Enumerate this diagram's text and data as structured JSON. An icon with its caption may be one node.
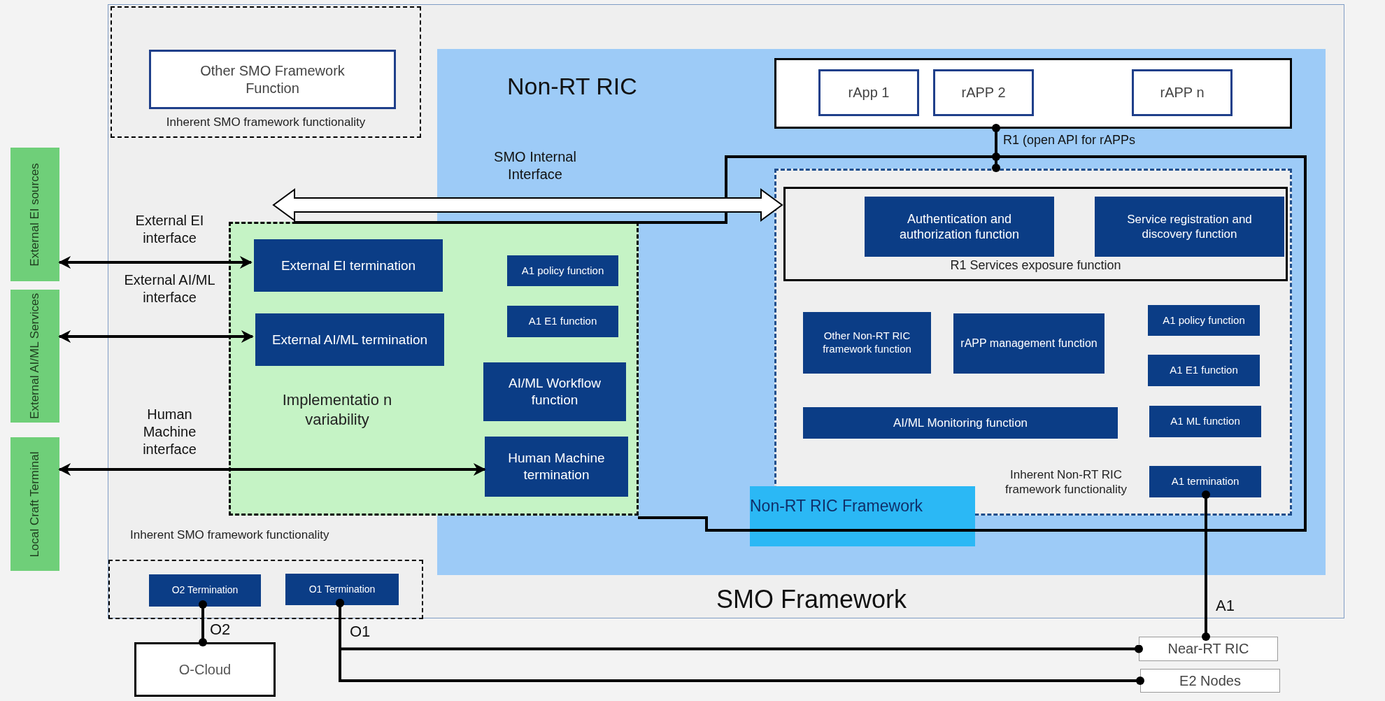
{
  "diagram": {
    "nodes": [
      {
        "text": [
          "SMO Framework"
        ]
      },
      {
        "text": [
          "Inherent SMO framework functionality"
        ],
        "in": 0
      },
      {
        "text": [
          "Other SMO Framework Function"
        ],
        "in": 1
      },
      {
        "text": [
          "Non-RT RIC"
        ],
        "in": 0
      },
      {
        "text": [],
        "shape": "box",
        "in": 3
      },
      {
        "text": [
          "rApp 1"
        ],
        "in": 4
      },
      {
        "text": [
          "rAPP 2"
        ],
        "in": 4
      },
      {
        "text": [
          "rAPP n"
        ],
        "in": 4
      },
      {
        "text": [
          "Inherent Non-RT RIC framework functionality"
        ],
        "in": 3
      },
      {
        "text": [
          "R1 Services exposure function"
        ],
        "in": 8
      },
      {
        "text": [
          "Authentication and authorization function"
        ],
        "in": 9
      },
      {
        "text": [
          "Service registration and discovery function"
        ],
        "in": 9
      },
      {
        "text": [
          "Other Non-RT RIC framework function"
        ],
        "in": 8
      },
      {
        "text": [
          "rAPP management function"
        ],
        "in": 8
      },
      {
        "text": [
          "A1 policy function"
        ],
        "in": 8
      },
      {
        "text": [
          "A1 E1 function"
        ],
        "in": 8
      },
      {
        "text": [
          "AI/ML Monitoring function"
        ],
        "in": 8
      },
      {
        "text": [
          "A1 ML function"
        ],
        "in": 8
      },
      {
        "text": [
          "A1 termination"
        ],
        "in": 8
      },
      {
        "text": [
          "Non-RT RIC Framework"
        ],
        "in": 3
      },
      {
        "text": [
          "Implementatio n variability"
        ],
        "in": 0
      },
      {
        "text": [
          "External EI termination"
        ],
        "in": 20
      },
      {
        "text": [
          "External AI/ML termination"
        ],
        "in": 20
      },
      {
        "text": [
          "A1 policy function"
        ]
      },
      {
        "text": [
          "A1 E1 function"
        ]
      },
      {
        "text": [
          "AI/ML Workflow function"
        ]
      },
      {
        "text": [
          "Human Machine termination"
        ]
      },
      {
        "text": [],
        "shape": "box",
        "in": 0
      },
      {
        "text": [
          "O2 Termination"
        ],
        "in": 27
      },
      {
        "text": [
          "O1 Termination"
        ],
        "in": 27
      },
      {
        "text": [
          "External EI sources"
        ]
      },
      {
        "text": [
          "External AI/ML Services"
        ]
      },
      {
        "text": [
          "Local Craft Terminal"
        ]
      },
      {
        "text": [
          "O-Cloud"
        ]
      },
      {
        "text": [
          "Near-RT RIC"
        ]
      },
      {
        "text": [
          "E2 Nodes"
        ]
      }
    ],
    "edges": [
      {
        "from": 30,
        "to": 21,
        "arrow": "both",
        "label": "External EI interface"
      },
      {
        "from": 31,
        "to": 22,
        "arrow": "both",
        "label": "External AI/ML interface"
      },
      {
        "from": 32,
        "to": 26,
        "arrow": "both",
        "label": "Human Machine interface"
      },
      {
        "from": null,
        "to": 9,
        "arrow": "both",
        "label": "SMO Internal Interface",
        "style": "thick"
      },
      {
        "from": 4,
        "to": 8,
        "arrow": "other",
        "label": "R1 (open API for rAPPs"
      },
      {
        "from": 18,
        "to": 34,
        "arrow": "other",
        "label": "A1"
      },
      {
        "from": 28,
        "to": 33,
        "arrow": "other",
        "label": "O2"
      },
      {
        "from": 29,
        "to": 34,
        "arrow": "other",
        "label": "O1"
      },
      {
        "from": 29,
        "to": 35,
        "arrow": "other"
      }
    ],
    "labels": [
      "Inherent SMO framework functionality"
    ]
  }
}
